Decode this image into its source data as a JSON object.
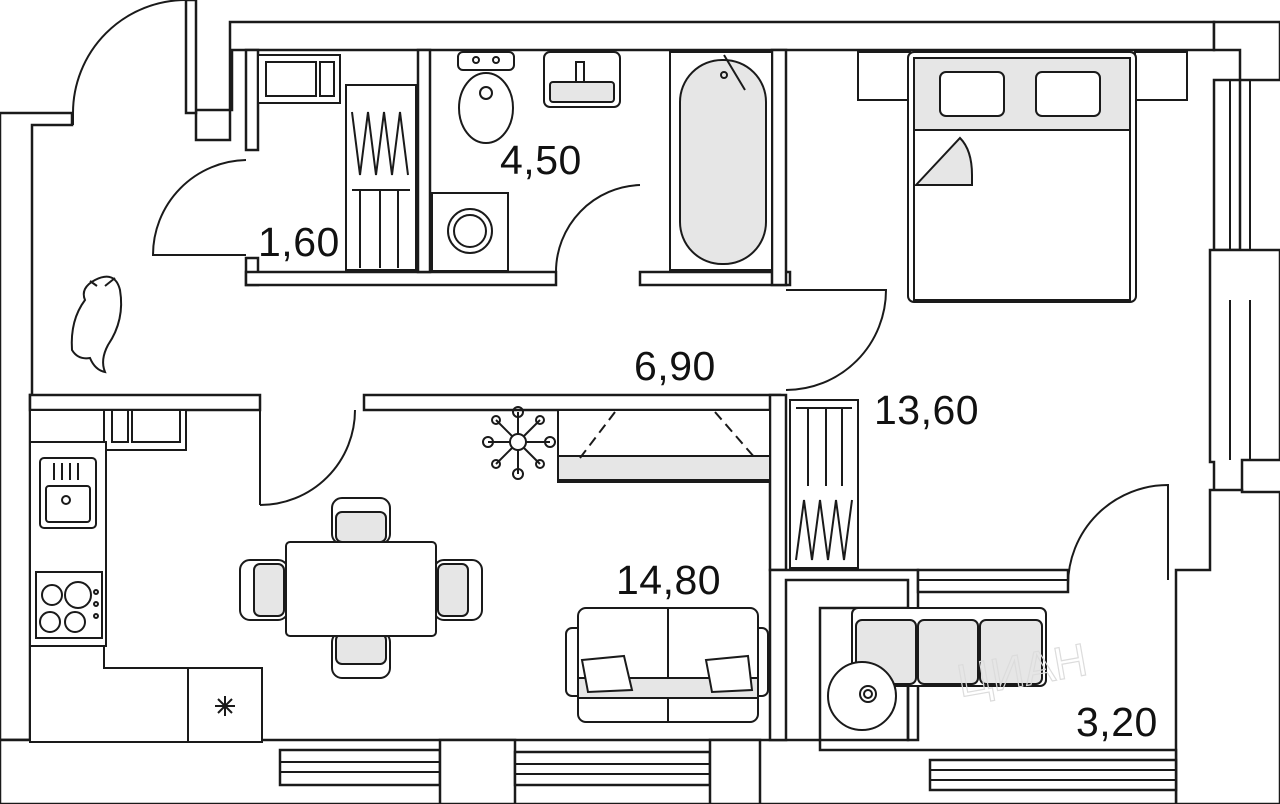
{
  "plan": {
    "rooms": [
      {
        "id": "pantry",
        "area": "1,60"
      },
      {
        "id": "bathroom",
        "area": "4,50"
      },
      {
        "id": "hallway",
        "area": "6,90"
      },
      {
        "id": "bedroom",
        "area": "13,60"
      },
      {
        "id": "kitchen-living",
        "area": "14,80"
      },
      {
        "id": "loggia",
        "area": "3,20"
      }
    ],
    "watermark": "ЦИАН"
  },
  "colors": {
    "wall": "#1a1a1a",
    "fill": "#ffffff",
    "furniture_shade": "#e6e6e6"
  }
}
